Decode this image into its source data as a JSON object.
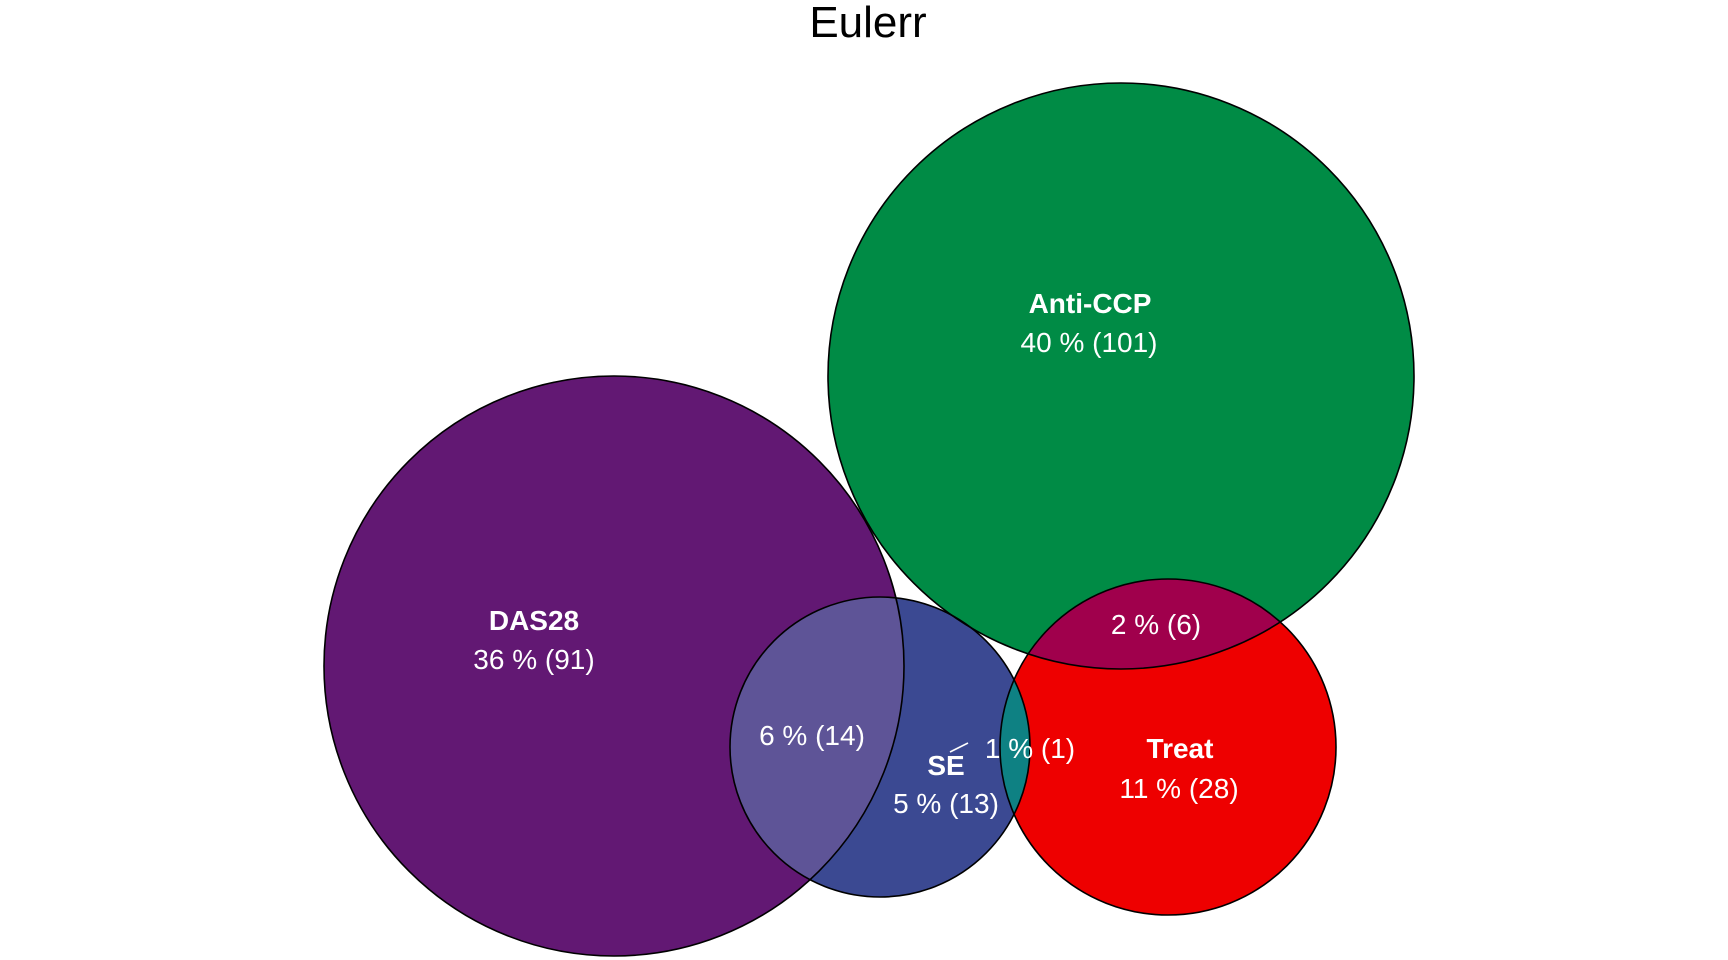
{
  "title": "Eulerr",
  "sets": {
    "das28": {
      "name": "DAS28",
      "fill": "#621873"
    },
    "anticcp": {
      "name": "Anti-CCP",
      "fill": "#008B45"
    },
    "se": {
      "name": "SE",
      "fill": "#3B4992"
    },
    "treat": {
      "name": "Treat",
      "fill": "#EE0000"
    }
  },
  "regions": {
    "das28_only": "36 % (91)",
    "anticcp_only": "40 % (101)",
    "se_only": "5 % (13)",
    "treat_only": "11 % (28)",
    "das28_se": "6 % (14)",
    "se_treat": "1 % (1)",
    "anticcp_treat": "2 % (6)"
  },
  "region_colors": {
    "das28_se": "#5E5497",
    "anticcp_treat": "#A0004C",
    "se_treat": "#0E8183"
  }
}
